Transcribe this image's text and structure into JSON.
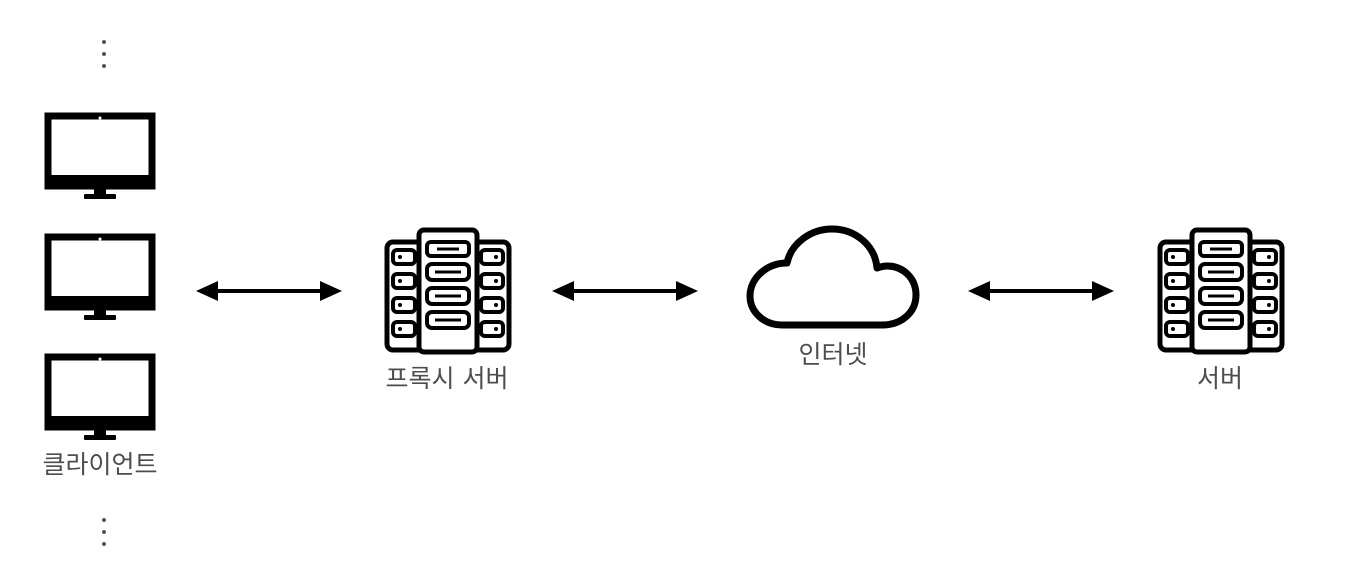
{
  "nodes": {
    "client": {
      "label": "클라이언트"
    },
    "proxy": {
      "label": "프록시 서버"
    },
    "internet": {
      "label": "인터넷"
    },
    "server": {
      "label": "서버"
    }
  },
  "colors": {
    "stroke": "#000000",
    "label": "#4d4d4d",
    "background": "#ffffff"
  },
  "icons": [
    "monitor-icon",
    "server-rack-icon",
    "cloud-icon",
    "double-arrow-icon",
    "ellipsis-vertical-icon"
  ]
}
